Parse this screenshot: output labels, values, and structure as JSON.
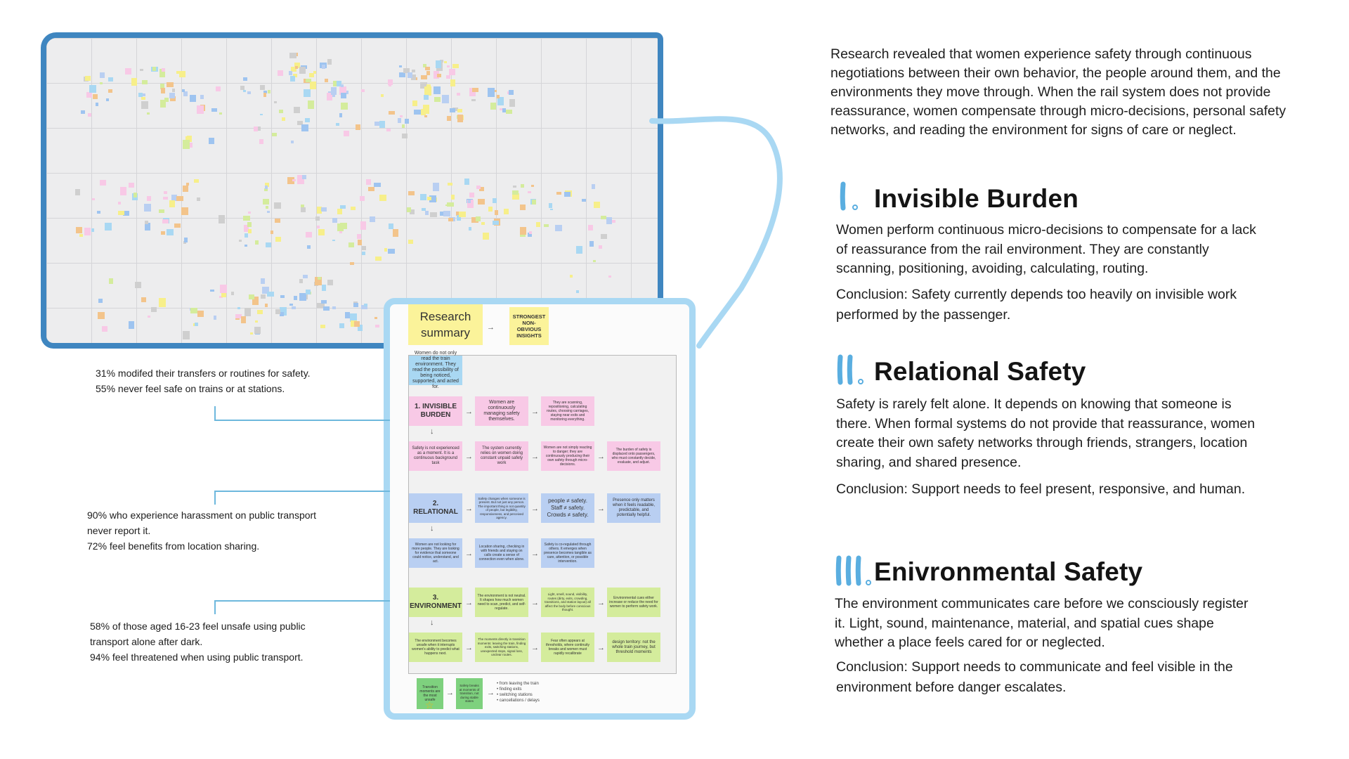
{
  "intro": "Research revealed that women experience safety through continuous negotiations between their own behavior, the people around them, and the environments they move through. When the rail system does not provide reassurance, women compensate through micro-decisions, personal safety networks, and reading the environment for signs of care or neglect.",
  "insights": [
    {
      "numeral": "I.",
      "title": "Invisible Burden",
      "body": "Women perform continuous micro-decisions to compensate for a lack of reassurance from the rail environment. They are constantly scanning, positioning, avoiding, calculating, routing.",
      "conclusion_label": "Conclusion:",
      "conclusion": " Safety currently depends too heavily on invisible work performed by the passenger."
    },
    {
      "numeral": "II.",
      "title": "Relational Safety",
      "body": "Safety is rarely felt alone. It depends on knowing that someone is there. When formal systems do not provide that reassurance, women create their own safety networks through friends, strangers, location sharing, and shared presence.",
      "conclusion_label": "Conclusion:",
      "conclusion": " Support needs to feel present, responsive, and human."
    },
    {
      "numeral": "III.",
      "title": "Enivronmental Safety",
      "body": "The environment communicates care before we consciously register it. Light, sound, maintenance, material, and spatial cues shape whether a place feels cared for or neglected.",
      "conclusion_label": "Conclusion:",
      "conclusion": " Support needs to communicate and feel visible in the environment before danger escalates."
    }
  ],
  "stats": {
    "group1": [
      "31% modifed their transfers or routines for safety.",
      "55% never feel safe on trains or at stations."
    ],
    "group2": [
      "90% who experience harassment on public transport",
      "never report it.",
      "72% feel benefits from location sharing."
    ],
    "group3": [
      "58% of those aged 16-23 feel unsafe using public",
      "transport alone after dark.",
      "94% feel threatened when using public transport."
    ]
  },
  "summary": {
    "title": "Research summary",
    "insights_tag": "STRONGEST NON-OBVIOUS INSIGHTS",
    "top_note": "Women do not only read the train environment. They read the possibility of being noticed, supported, and acted for.",
    "rows": [
      {
        "label": "1. INVISIBLE BURDEN",
        "notes": [
          "Women are continuously managing safety themselves.",
          "They are scanning, repositioning, calculating routes, choosing carriages, staying near exits and monitoring everything."
        ],
        "notes2": [
          "Safety is not experienced as a moment. It is a continuous background task",
          "The system currently relies on women doing constant unpaid safety work",
          "Women are not simply reacting to danger; they are continuously producing their own safety through micro-decisions.",
          "The burden of safety is displaced onto passengers, who must constantly decide, evaluate, and adjust."
        ]
      },
      {
        "label": "2. RELATIONAL",
        "notes": [
          "Safety changes when someone is present. But not just any person. The important thing is not quantity of people, but legibility, responsiveness, and perceived agency.",
          "people ≠ safety. Staff ≠ safety. Crowds ≠ safety.",
          "Presence only matters when it feels readable, predictable, and potentially helpful."
        ],
        "notes2": [
          "Women are not looking for more people. They are looking for evidence that someone could notice, understand, and act.",
          "Location sharing, checking in with friends and staying on calls create a sense of connection even when alone.",
          "Safety is co-regulated through others. It emerges when presence becomes tangible as care, attention, or possible intervention."
        ]
      },
      {
        "label": "3. ENVIRONMENT",
        "notes": [
          "The environment is not neutral. It shapes how much women need to scan, predict, and self-regulate.",
          "Light, smell, sound, visibility, routes (dirty, exits, crowding, transitions, and station layout) all affect the body before conscious thought.",
          "Environmental cues either increase or reduce the need for women to perform safety work."
        ],
        "notes2": [
          "The environment becomes unsafe when it interrupts women's ability to predict what happens next.",
          "The moments directly in transition moments: leaving the train, finding exits, switching stations, unexpected stops, signal loss, unclear routes.",
          "Fear often appears at thresholds, where continuity breaks and women must rapidly recalibrate",
          "design territory: not the whole train journey, but threshold moments"
        ]
      }
    ],
    "footer_notes": [
      "Transition moments are the most unsafe",
      "Safety breaks at moments of transition, not during stable states"
    ],
    "footer_list": [
      "from leaving the train",
      "finding exits",
      "switching stations",
      "cancellations / delays"
    ]
  },
  "colors": {
    "frame_blue": "#3f86c0",
    "frame_light_blue": "#a9d8f3",
    "numeral_blue": "#5aaee0",
    "pink_note": "#f8c9e6",
    "blue_note": "#b9cff2",
    "green_note": "#d4ec9c",
    "yellow_note": "#fbf39a"
  }
}
